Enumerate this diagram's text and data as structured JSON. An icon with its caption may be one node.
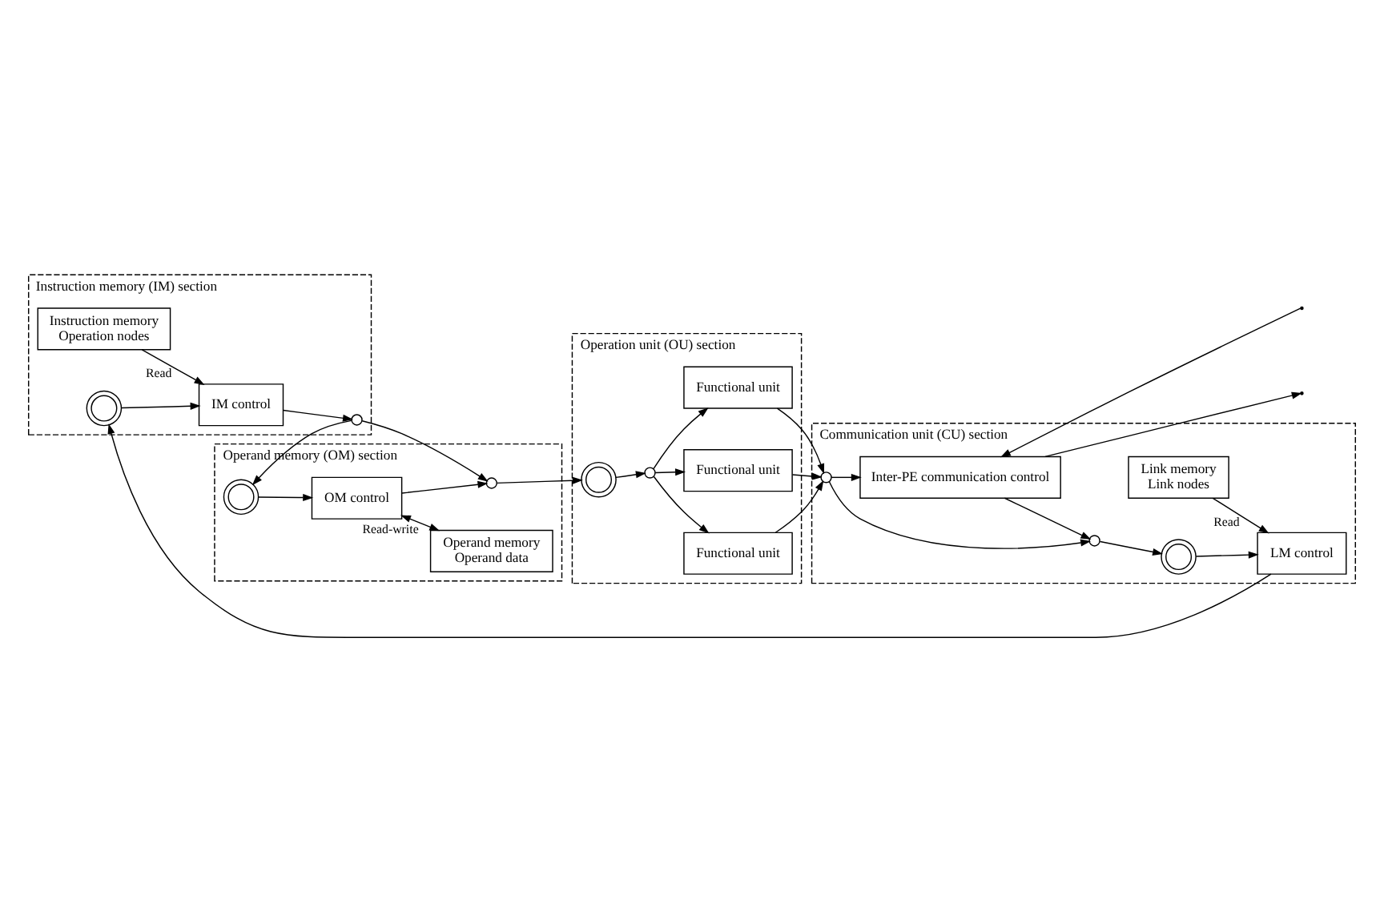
{
  "diagram": {
    "nodes": [
      {
        "text": [
          "Instruction memory (IM) section"
        ]
      },
      {
        "text": [],
        "shape": "queue",
        "in": 0
      },
      {
        "text": [
          "IM control"
        ],
        "in": 0
      },
      {
        "text": [
          "Instruction memory",
          "Operation nodes"
        ],
        "in": 0
      },
      {
        "text": [],
        "shape": "circle",
        "in": 0
      },
      {
        "text": [
          "Operand memory (OM) section"
        ]
      },
      {
        "text": [],
        "shape": "queue",
        "in": 5
      },
      {
        "text": [
          "OM control"
        ],
        "in": 5
      },
      {
        "text": [
          "Operand memory",
          "Operand data"
        ],
        "in": 5
      },
      {
        "text": [],
        "shape": "circle",
        "in": 5
      },
      {
        "text": [
          "Operation unit (OU) section"
        ]
      },
      {
        "text": [],
        "shape": "queue",
        "in": 10
      },
      {
        "text": [],
        "shape": "circle",
        "in": 10
      },
      {
        "text": [
          "Functional unit"
        ],
        "in": 10
      },
      {
        "text": [
          "Functional unit"
        ],
        "in": 10
      },
      {
        "text": [
          "Functional unit"
        ],
        "in": 10
      },
      {
        "text": [
          "Communication unit (CU) section"
        ]
      },
      {
        "text": [
          "LM control"
        ],
        "in": 16
      },
      {
        "text": [
          "Link memory",
          "Link nodes"
        ],
        "in": 16
      },
      {
        "text": [],
        "shape": "queue",
        "in": 16
      },
      {
        "text": [],
        "shape": "circle",
        "in": 16
      },
      {
        "text": [],
        "shape": "circle",
        "in": 16
      },
      {
        "text": [
          "Inter-PE communication control"
        ],
        "in": 16
      }
    ],
    "edges": [
      {
        "from": 17,
        "to": 1,
        "arrow": "to"
      },
      {
        "from": 1,
        "to": 2,
        "arrow": "to"
      },
      {
        "from": 3,
        "to": 2,
        "arrow": "to",
        "label": "Read"
      },
      {
        "from": 2,
        "to": 4,
        "arrow": "to"
      },
      {
        "from": 4,
        "to": 6,
        "arrow": "to"
      },
      {
        "from": 4,
        "to": 9,
        "arrow": "to"
      },
      {
        "from": 6,
        "to": 7,
        "arrow": "to"
      },
      {
        "from": 7,
        "to": 8,
        "arrow": "both",
        "label": "Read-write"
      },
      {
        "from": 7,
        "to": 9,
        "arrow": "to"
      },
      {
        "from": 9,
        "to": 11,
        "arrow": "to"
      },
      {
        "from": 11,
        "to": 12,
        "arrow": "to"
      },
      {
        "from": 12,
        "to": 13,
        "arrow": "to"
      },
      {
        "from": 12,
        "to": 14,
        "arrow": "to"
      },
      {
        "from": 12,
        "to": 15,
        "arrow": "to"
      },
      {
        "from": 13,
        "to": 21,
        "arrow": "to"
      },
      {
        "from": 14,
        "to": 21,
        "arrow": "to"
      },
      {
        "from": 15,
        "to": 21,
        "arrow": "to"
      },
      {
        "from": 21,
        "to": 20,
        "arrow": "to"
      },
      {
        "from": 21,
        "to": 22,
        "arrow": "to"
      },
      {
        "from": 22,
        "to": 20,
        "arrow": "to"
      },
      {
        "from": 20,
        "to": 19,
        "arrow": "to"
      },
      {
        "from": 19,
        "to": 17,
        "arrow": "to"
      },
      {
        "from": 18,
        "to": 17,
        "arrow": "to",
        "label": "Read"
      },
      {
        "from": null,
        "to": 22,
        "arrow": "to"
      },
      {
        "from": 22,
        "to": null,
        "arrow": "to"
      }
    ]
  }
}
